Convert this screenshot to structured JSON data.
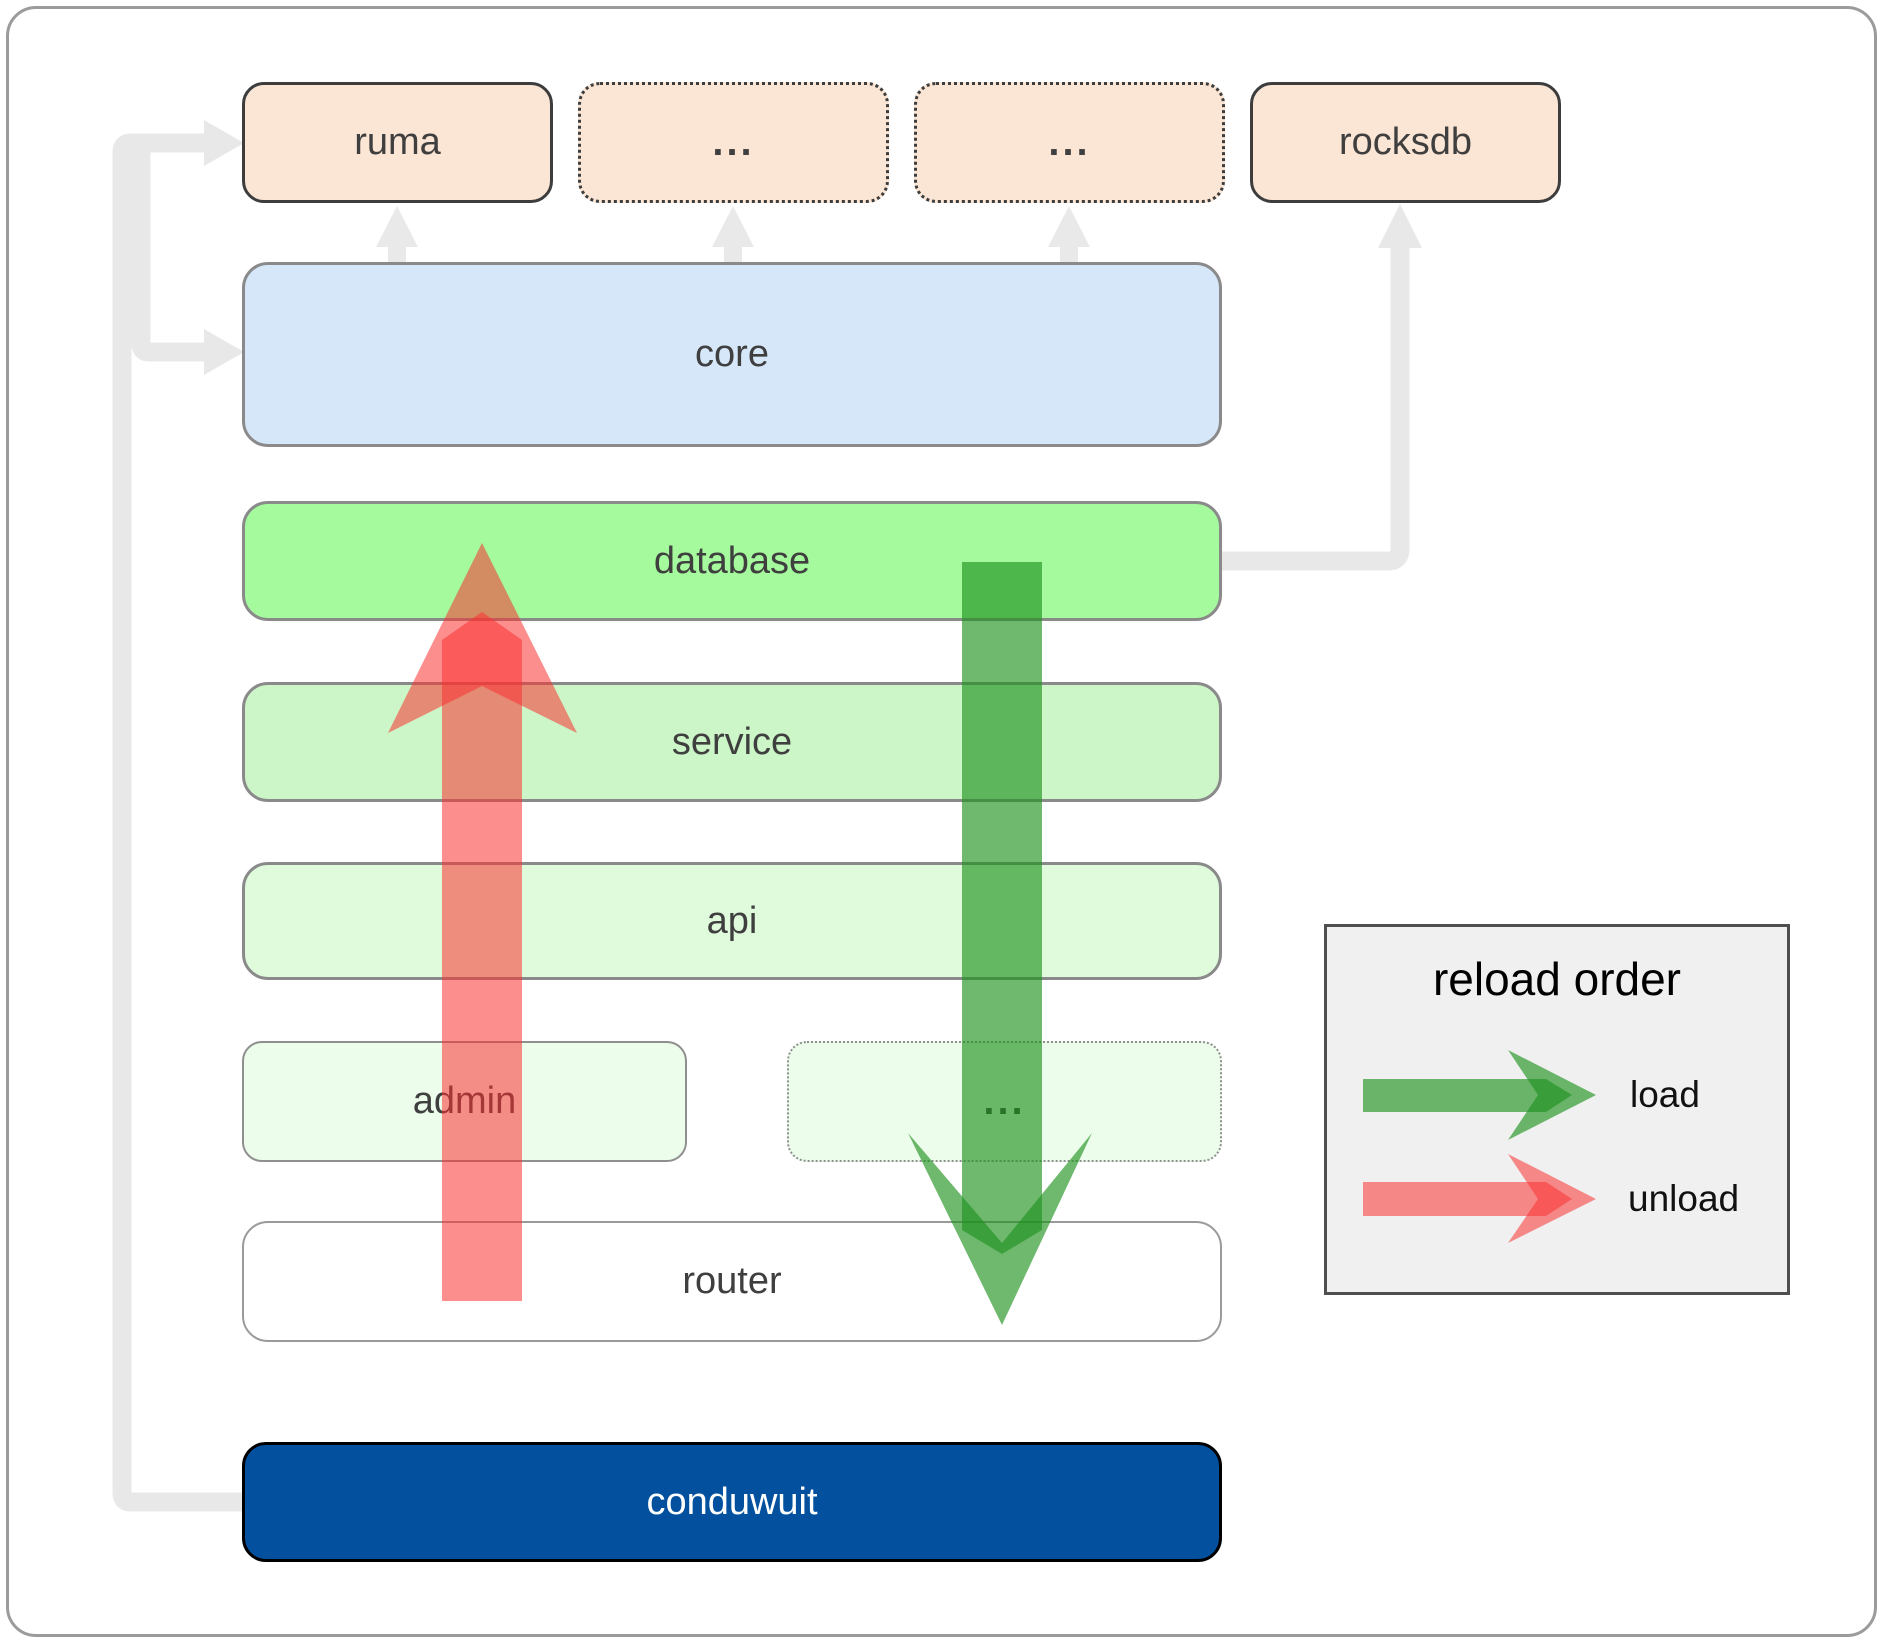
{
  "nodes": {
    "ruma": {
      "label": "ruma"
    },
    "ellipsis1": {
      "label": "..."
    },
    "ellipsis2": {
      "label": "..."
    },
    "rocksdb": {
      "label": "rocksdb"
    },
    "core": {
      "label": "core"
    },
    "database": {
      "label": "database"
    },
    "service": {
      "label": "service"
    },
    "api": {
      "label": "api"
    },
    "admin": {
      "label": "admin"
    },
    "ellipsis3": {
      "label": "..."
    },
    "router": {
      "label": "router"
    },
    "conduwuit": {
      "label": "conduwuit"
    }
  },
  "legend": {
    "title": "reload order",
    "items": [
      {
        "label": "load",
        "color": "rgba(30,145,30,0.64)"
      },
      {
        "label": "unload",
        "color": "rgba(250,50,50,0.55)"
      }
    ]
  },
  "colors": {
    "load_arrow": "rgba(30,145,30,0.64)",
    "unload_arrow": "rgba(250,50,50,0.55)",
    "connector_gray": "#e8e8e8",
    "node_peach": "#fbe5d4",
    "node_blue": "#d5e7f9",
    "node_green_bright": "#a4fa9c",
    "node_green_light": "#ccf6c8",
    "node_green_lighter": "#dffbdc",
    "node_green_faint": "#edfdeb",
    "conduwuit_blue": "#03509e",
    "legend_bg": "#f0f0f0"
  }
}
